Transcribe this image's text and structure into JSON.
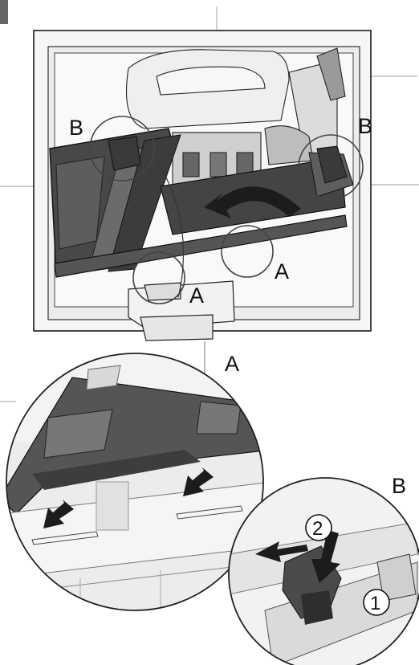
{
  "labels": {
    "a": "A",
    "b": "B",
    "step1": "1",
    "step2": "2"
  },
  "colors": {
    "panel_dark": "#4b4b4b",
    "panel_mid": "#8a8a8a",
    "frame_light": "#e9e9e9",
    "line": "#1a1a1a",
    "arrow": "#1c1c1c"
  },
  "icons": [
    "rotate-arrow-icon",
    "down-arrow-icon",
    "left-arrow-icon",
    "press-arrow-icon",
    "circled-one-icon",
    "circled-two-icon"
  ]
}
